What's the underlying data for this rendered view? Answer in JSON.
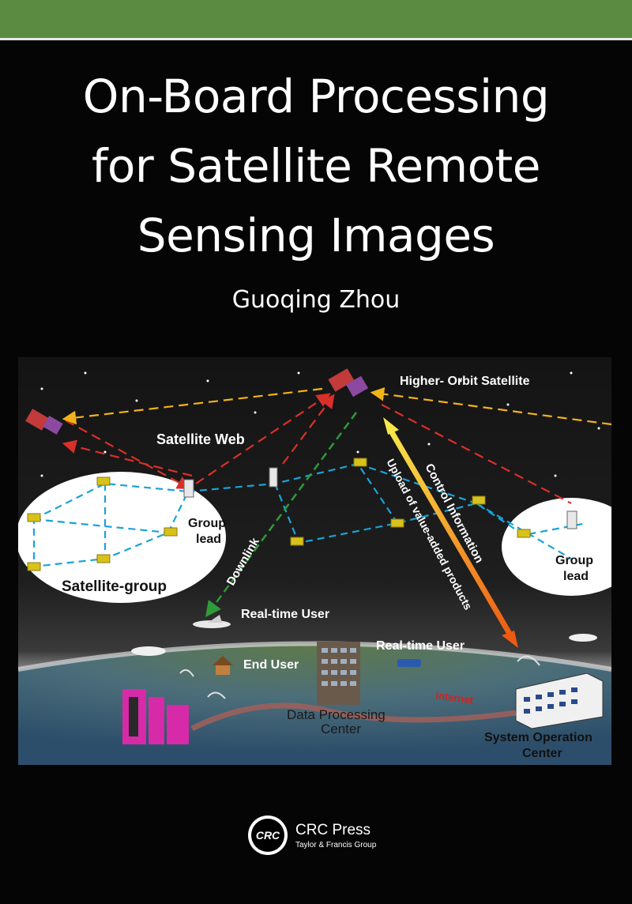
{
  "cover": {
    "title_lines": [
      "On-Board Processing",
      "for Satellite Remote",
      "Sensing Images"
    ],
    "author": "Guoqing Zhou"
  },
  "illustration": {
    "higher_orbit": "Higher- Orbit Satellite",
    "satellite_web": "Satellite Web",
    "group_lead_left_1": "Group",
    "group_lead_left_2": "lead",
    "group_lead_right_1": "Group",
    "group_lead_right_2": "lead",
    "satellite_group": "Satellite-group",
    "downlink": "Downlink",
    "upload": "Upload of value-added products",
    "control": "Control Information",
    "realtime_user_plane": "Real-time User",
    "realtime_user_car": "Real-time User",
    "end_user": "End User",
    "data_center_1": "Data Processing",
    "data_center_2": "Center",
    "internet": "Internet",
    "system_op_1": "System Operation",
    "system_op_2": "Center"
  },
  "publisher": {
    "logo_text": "CRC",
    "name": "CRC Press",
    "subtitle": "Taylor & Francis Group"
  },
  "colors": {
    "band_green": "#5b8b40",
    "background": "#050505",
    "laser_red": "#d9302a",
    "laser_yellow": "#f2b318",
    "link_cyan": "#1aa3d6",
    "downlink_green": "#2f9a3a",
    "arrow_orange": "#f07a1a",
    "internet_red": "#d42020"
  }
}
